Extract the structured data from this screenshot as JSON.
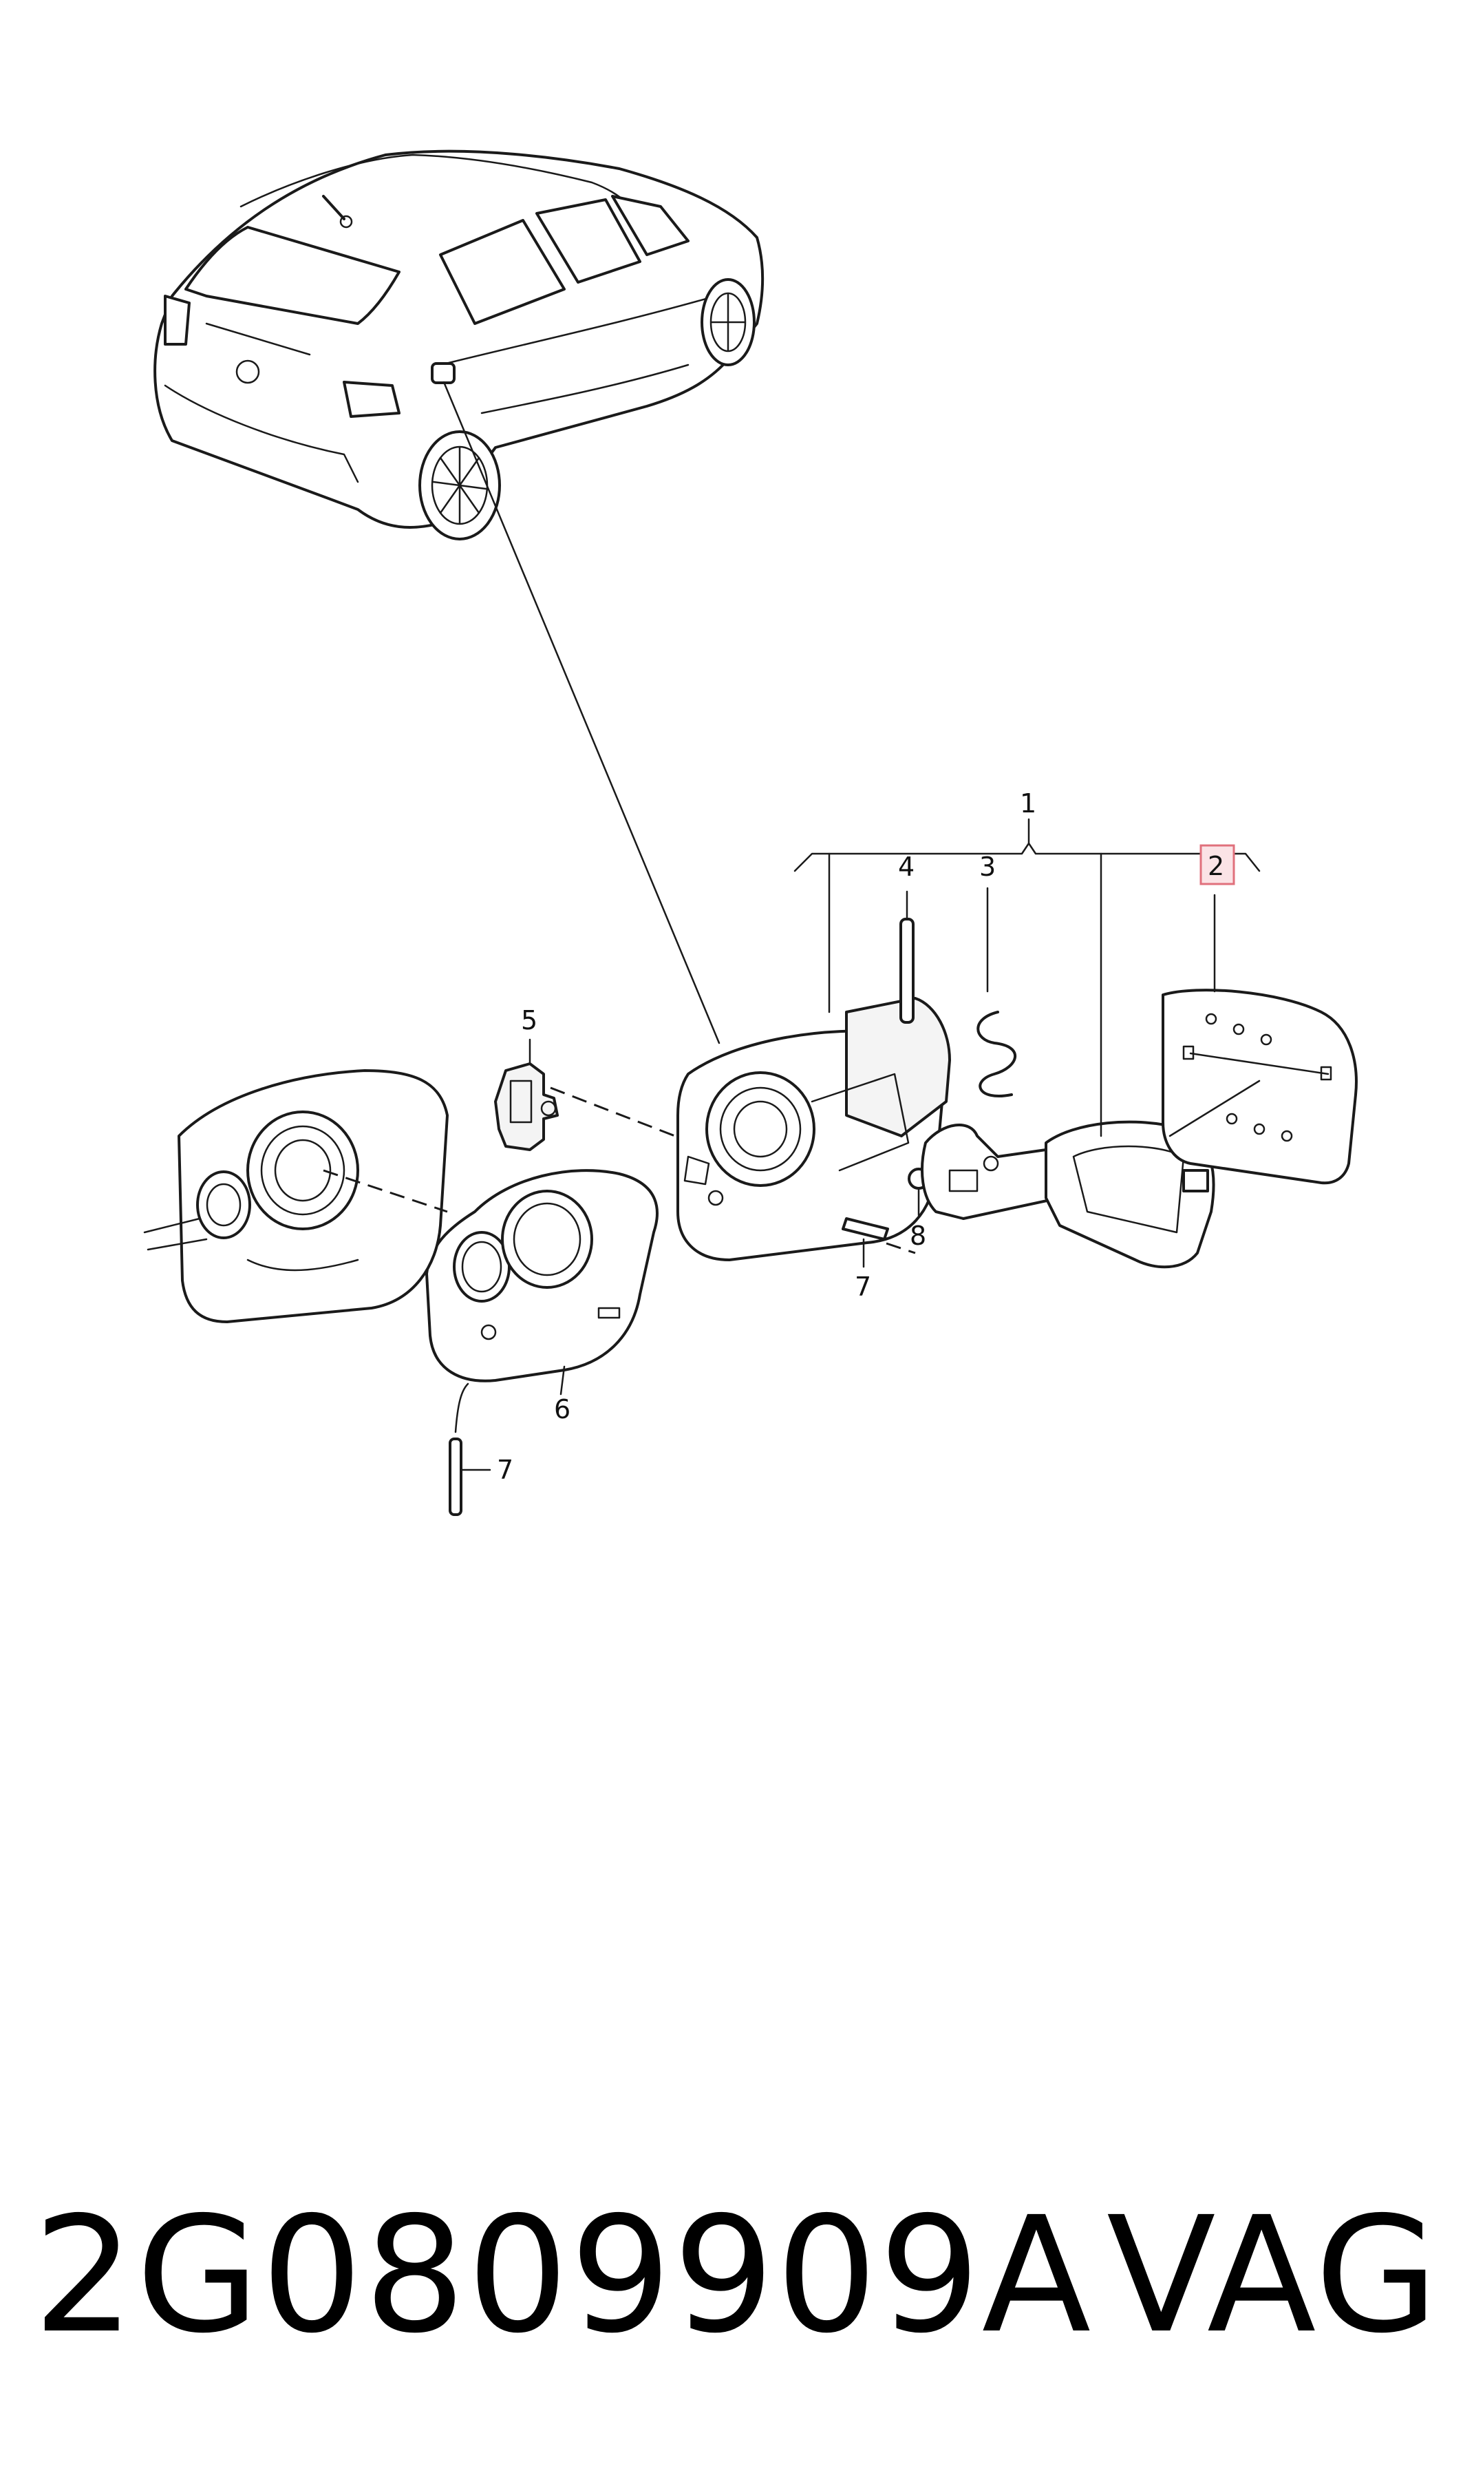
{
  "callouts": {
    "c1": "1",
    "c2": "2",
    "c3": "3",
    "c4": "4",
    "c5": "5",
    "c6": "6",
    "c7a": "7",
    "c7b": "7",
    "c8": "8"
  },
  "highlight_color": "#e8a0a8",
  "footer": {
    "part_number": "2G0809909A",
    "brand": "VAG"
  }
}
